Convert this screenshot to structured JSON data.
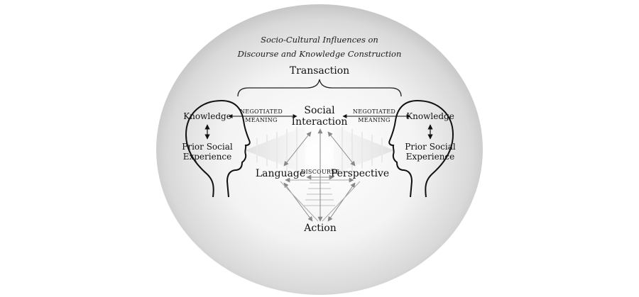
{
  "title": {
    "line1": "Socio-Cultural Influences on",
    "line2": "Discourse and Knowledge Construction"
  },
  "labels": {
    "transaction": "Transaction",
    "social_line1": "Social",
    "social_line2": "Interaction",
    "language": "Language",
    "perspective": "Perspective",
    "action": "Action",
    "discourse": "DISCOURSE",
    "negotiated_left_1": "NEGOTIATED",
    "negotiated_left_2": "MEANING",
    "negotiated_right_1": "NEGOTIATED",
    "negotiated_right_2": "MEANING"
  },
  "left_head": {
    "knowledge": "Knowledge",
    "prior_1": "Prior Social",
    "prior_2": "Experience"
  },
  "right_head": {
    "knowledge": "Knowledge",
    "prior_1": "Prior Social",
    "prior_2": "Experience"
  },
  "colors": {
    "ellipse_center": "#ffffff",
    "ellipse_edge": "#bdbdbd",
    "ink": "#111111",
    "arrow": "#8a8a8a"
  }
}
